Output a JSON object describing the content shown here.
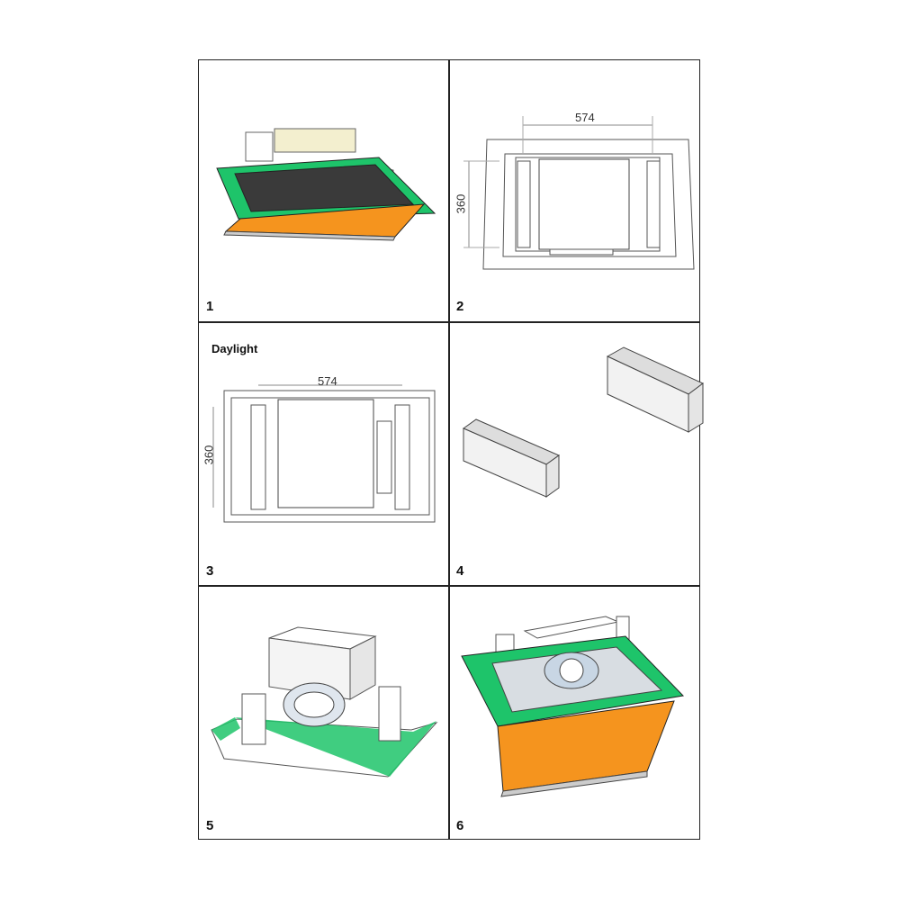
{
  "panels": [
    {
      "number": "1"
    },
    {
      "number": "2",
      "width_label": "574",
      "height_label": "360"
    },
    {
      "number": "3",
      "caption": "Daylight",
      "width_label": "574",
      "height_label": "360"
    },
    {
      "number": "4"
    },
    {
      "number": "5"
    },
    {
      "number": "6"
    }
  ],
  "colors": {
    "frame_green": "#1ec46a",
    "filter_orange": "#f5941e",
    "grille_dark": "#3a3a3a",
    "line": "#555555"
  }
}
